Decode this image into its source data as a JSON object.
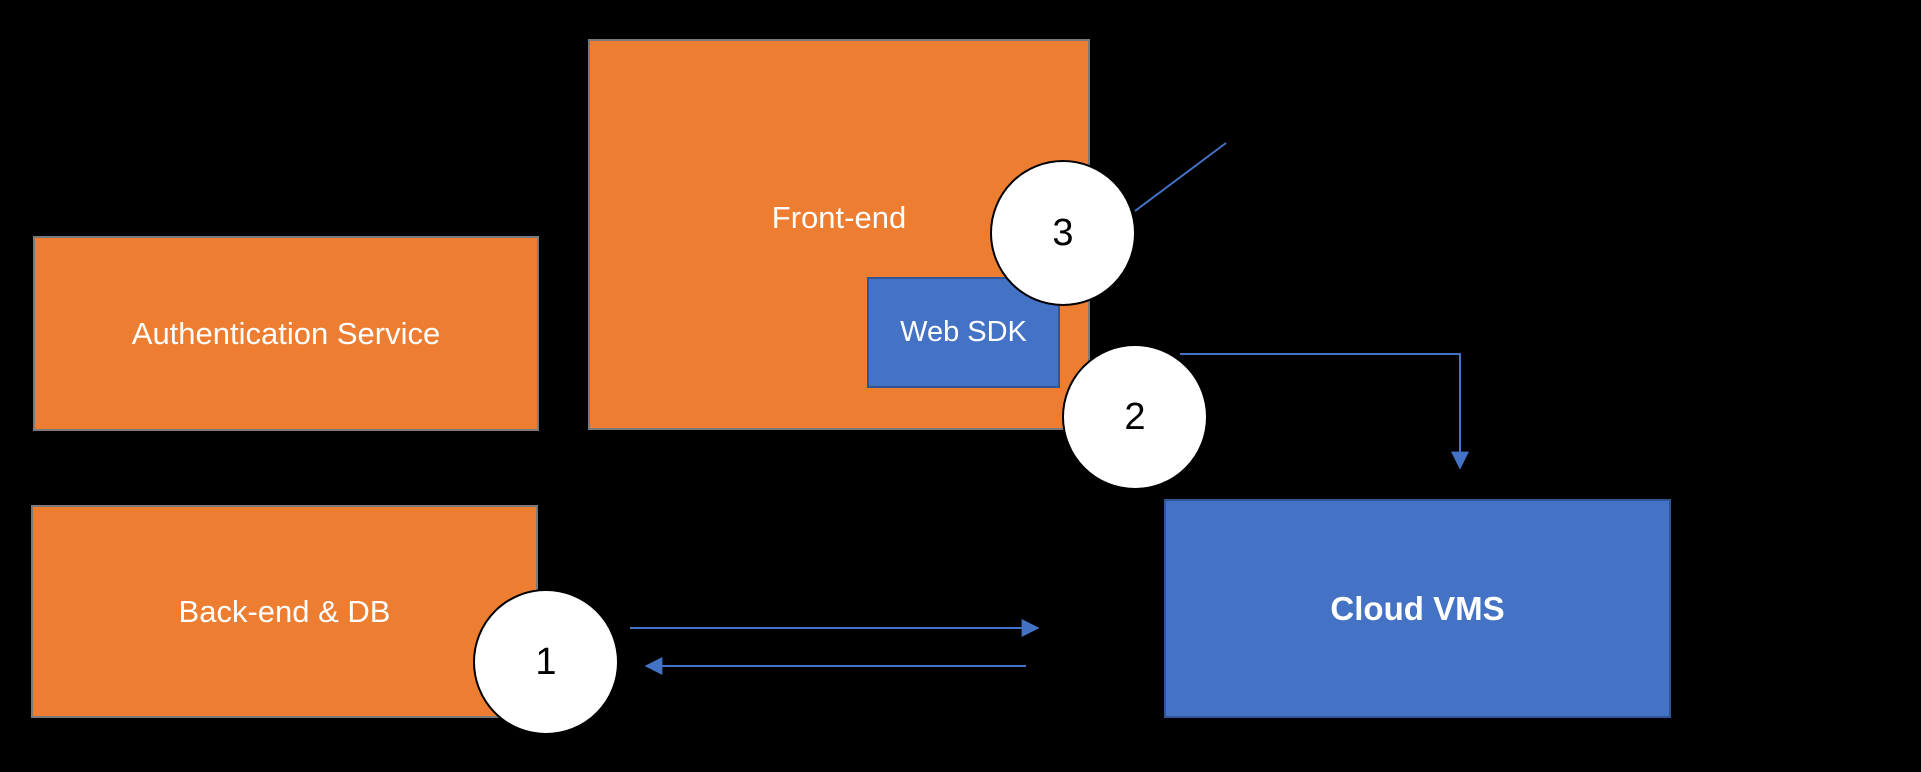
{
  "diagram": {
    "colors": {
      "background": "#000000",
      "orange_fill": "#ED7D31",
      "orange_border": "#7A7A7A",
      "blue_fill": "#4472C4",
      "blue_border": "#2F5597",
      "connector": "#4472C4",
      "circle_fill": "#FFFFFF",
      "circle_border": "#000000",
      "text_light": "#FFFFFF",
      "text_dark": "#000000"
    },
    "nodes": {
      "authentication_service": {
        "label": "Authentication Service"
      },
      "front_end": {
        "label": "Front-end"
      },
      "web_sdk": {
        "label": "Web SDK"
      },
      "back_end_db": {
        "label": "Back-end & DB"
      },
      "cloud_vms": {
        "label": "Cloud VMS"
      }
    },
    "steps": [
      {
        "number": "1"
      },
      {
        "number": "2"
      },
      {
        "number": "3"
      }
    ]
  }
}
